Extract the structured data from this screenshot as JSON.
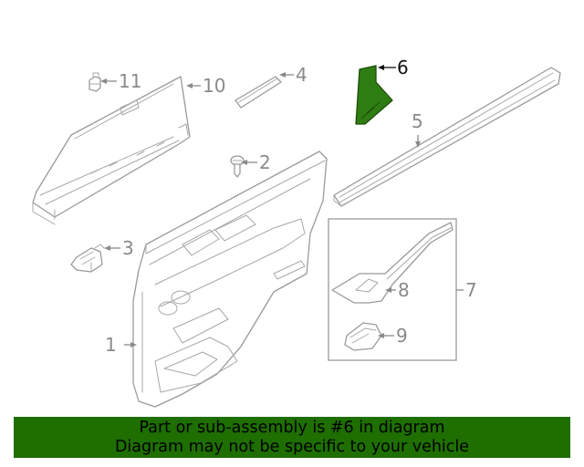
{
  "callouts": {
    "p1": "1",
    "p2": "2",
    "p3": "3",
    "p4": "4",
    "p5": "5",
    "p6": "6",
    "p7": "7",
    "p8": "8",
    "p9": "9",
    "p10": "10",
    "p11": "11"
  },
  "highlighted_part": "6",
  "colors": {
    "highlight_fill": "#2e7d12",
    "banner_background": "#1e6e00",
    "line_art": "#9a9a9a"
  },
  "banner": {
    "line1": "Part or sub-assembly is #6 in diagram",
    "line2": "Diagram may not be specific to your vehicle"
  }
}
